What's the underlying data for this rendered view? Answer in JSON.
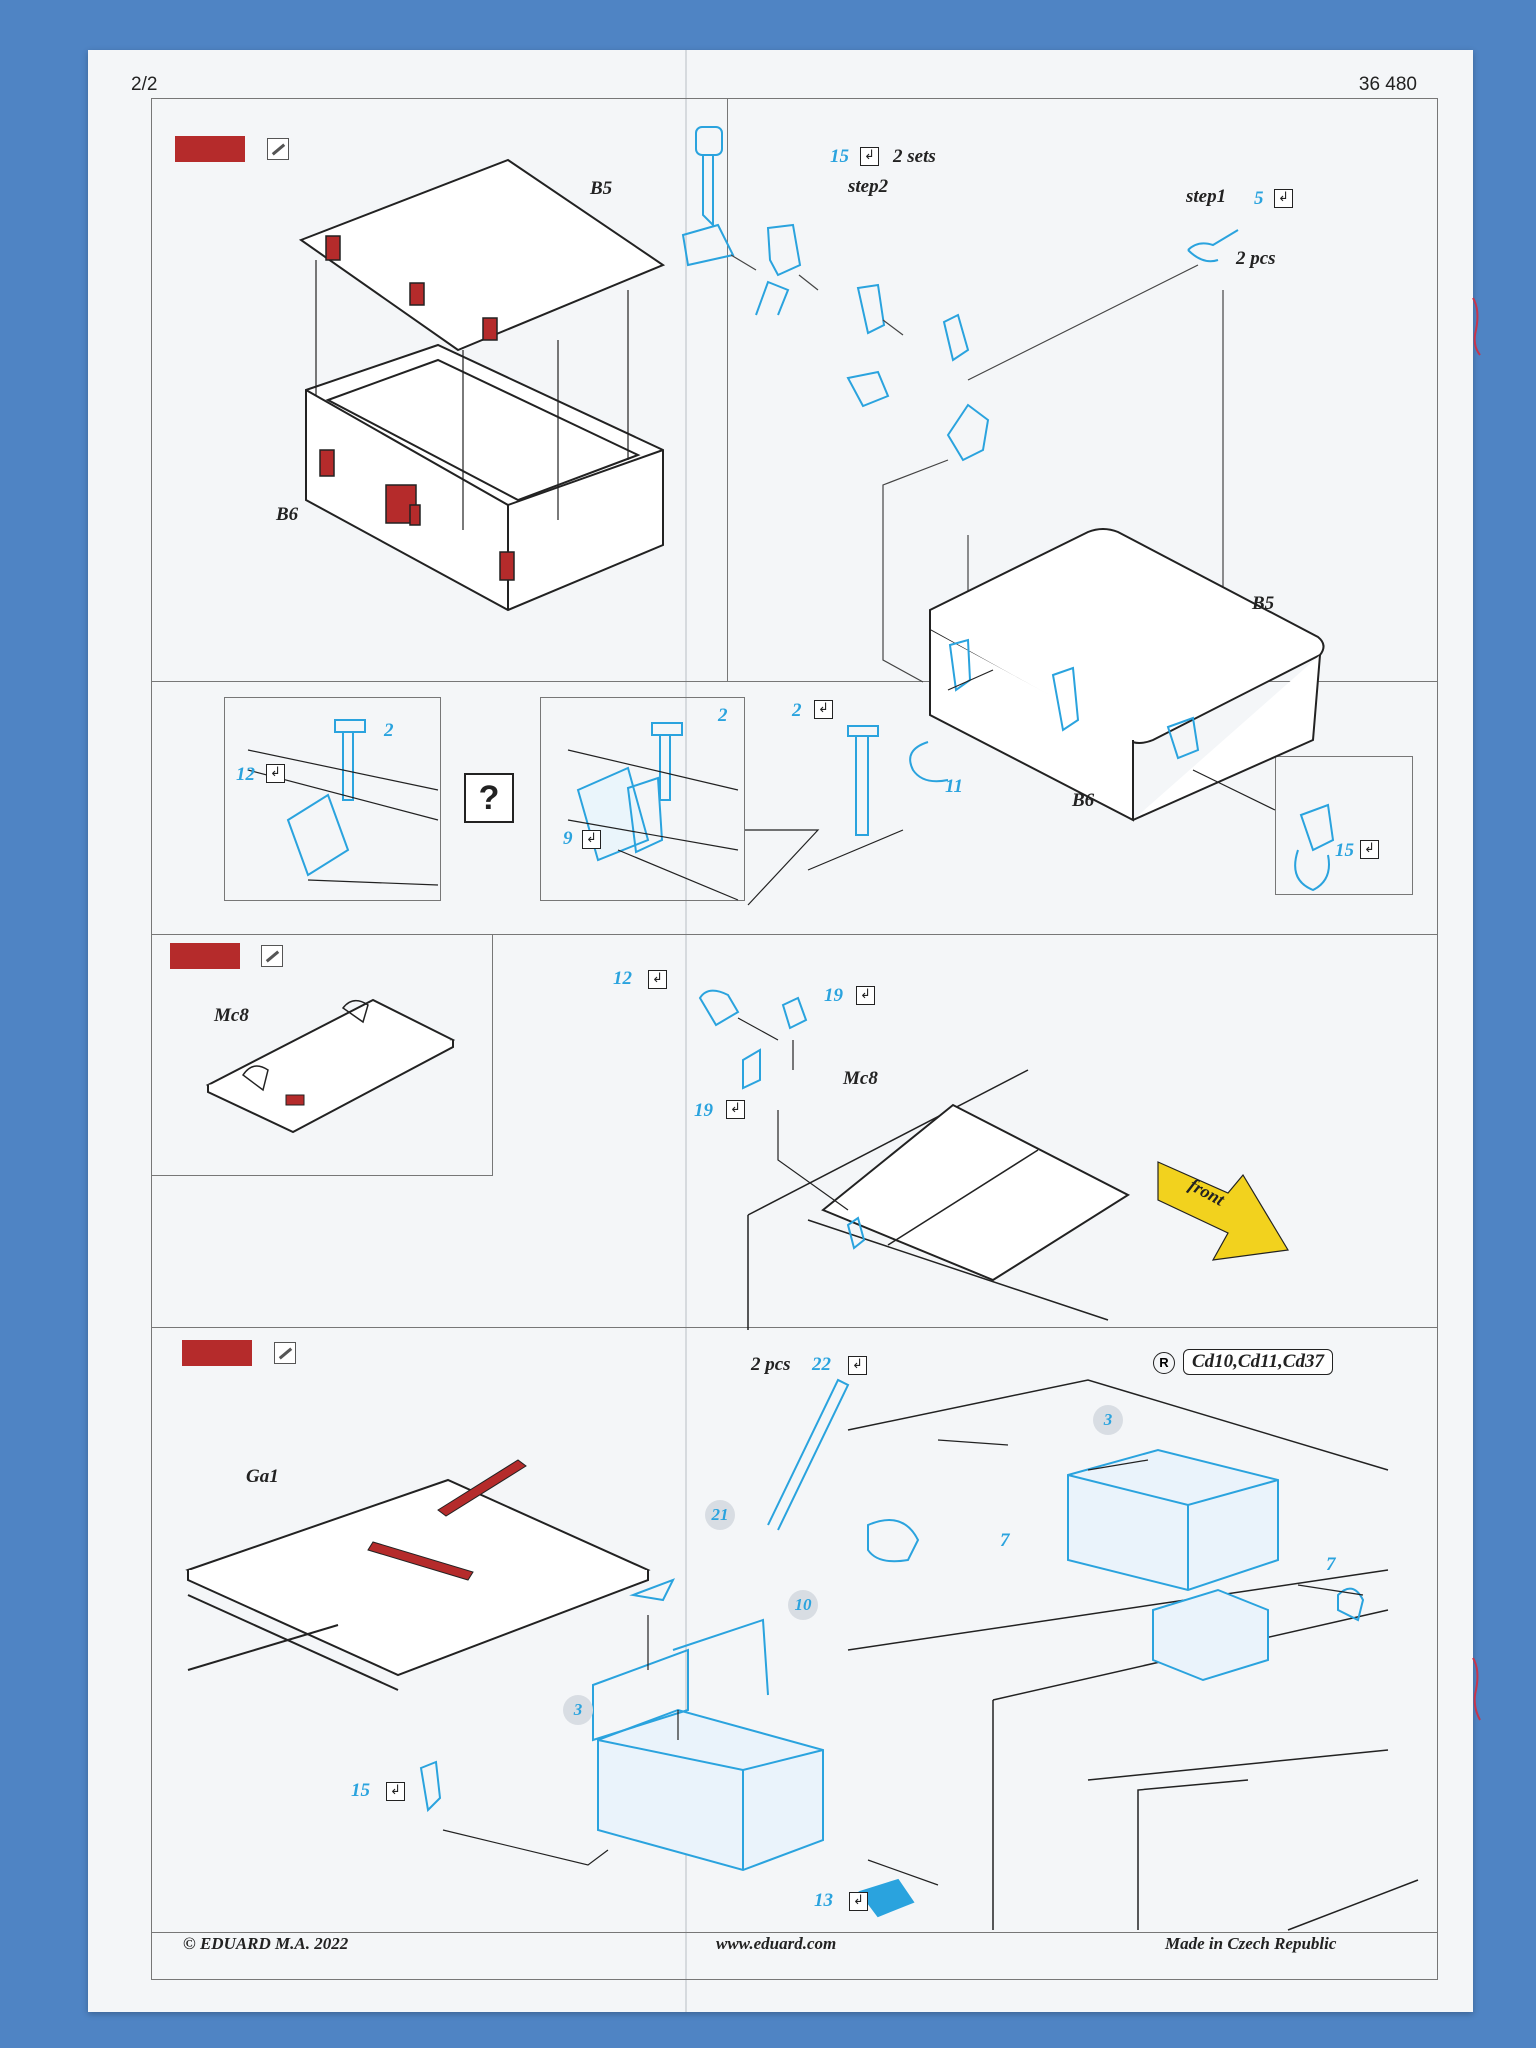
{
  "header": {
    "page": "2/2",
    "code": "36 480"
  },
  "colors": {
    "background": "#4f84c4",
    "paint_red": "#b52b2b",
    "pe_blue": "#2aa3de",
    "ink": "#222222",
    "arrow_yellow": "#f2d21e"
  },
  "step1": {
    "part_b5": "B5",
    "part_b6": "B6"
  },
  "step2": {
    "n15": "15",
    "sets": "2 sets",
    "step2": "step2",
    "step1": "step1",
    "n5": "5",
    "pcs2": "2 pcs",
    "part_b5": "B5",
    "part_b6": "B6",
    "n2a": "2",
    "n2b": "2",
    "n2c": "2",
    "n11": "11",
    "n12": "12",
    "n9": "9",
    "n15b": "15",
    "question": "?"
  },
  "step3": {
    "mc8_left": "Mc8",
    "mc8_main": "Mc8",
    "n12": "12",
    "n19a": "19",
    "n19b": "19",
    "front": "front"
  },
  "step4": {
    "ga1": "Ga1",
    "pcs": "2 pcs",
    "n22": "22",
    "ref": "Cd10,Cd11,Cd37",
    "ref_icon": "R",
    "n3a": "3",
    "n3b": "3",
    "n7a": "7",
    "n7b": "7",
    "n21": "21",
    "n10": "10",
    "n15": "15",
    "n13": "13"
  },
  "footer": {
    "copyright": "© EDUARD  M.A. 2022",
    "url": "www.eduard.com",
    "origin": "Made in Czech Republic"
  },
  "bend_symbol": "↲"
}
